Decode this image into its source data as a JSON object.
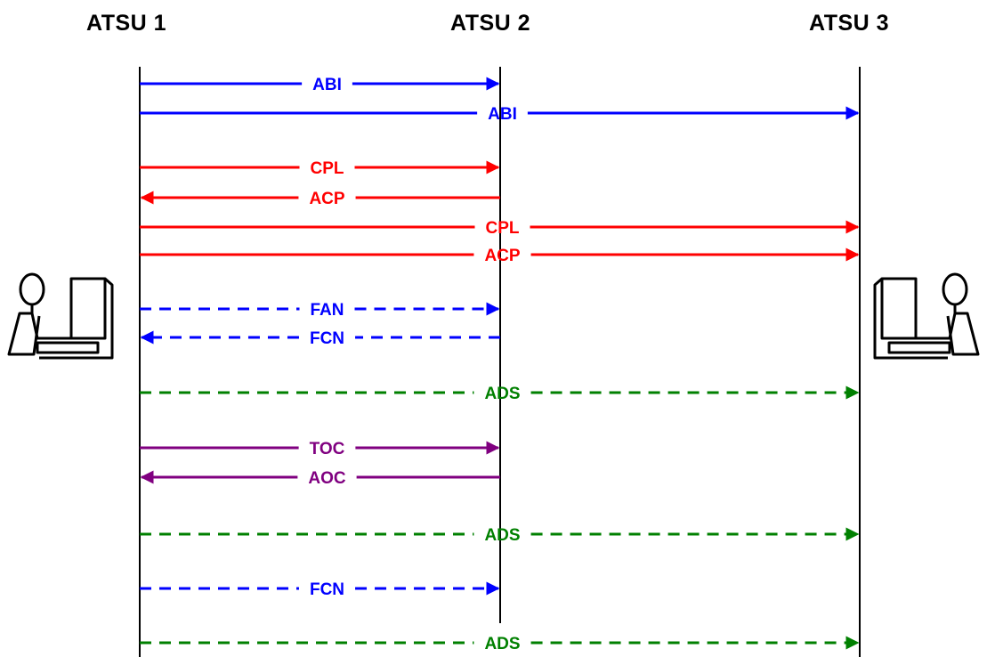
{
  "headers": {
    "atsu1": "ATSU 1",
    "atsu2": "ATSU 2",
    "atsu3": "ATSU 3"
  },
  "colors": {
    "blue": "#0000ff",
    "red": "#ff0000",
    "green": "#008000",
    "purple": "#800080",
    "lifeline": "#000000"
  },
  "icons": [
    "controller-left-icon",
    "controller-right-icon"
  ],
  "messages": [
    {
      "label": "ABI",
      "from": "atsu1",
      "to": "atsu2",
      "color": "blue",
      "style": "solid"
    },
    {
      "label": "ABI",
      "from": "atsu1",
      "to": "atsu3",
      "color": "blue",
      "style": "solid"
    },
    {
      "label": "CPL",
      "from": "atsu1",
      "to": "atsu2",
      "color": "red",
      "style": "solid"
    },
    {
      "label": "ACP",
      "from": "atsu2",
      "to": "atsu1",
      "color": "red",
      "style": "solid"
    },
    {
      "label": "CPL",
      "from": "atsu1",
      "to": "atsu3",
      "color": "red",
      "style": "solid"
    },
    {
      "label": "ACP",
      "from": "atsu1",
      "to": "atsu3",
      "color": "red",
      "style": "solid"
    },
    {
      "label": "FAN",
      "from": "atsu1",
      "to": "atsu2",
      "color": "blue",
      "style": "dashed"
    },
    {
      "label": "FCN",
      "from": "atsu2",
      "to": "atsu1",
      "color": "blue",
      "style": "dashed"
    },
    {
      "label": "ADS",
      "from": "atsu1",
      "to": "atsu3",
      "color": "green",
      "style": "dashed"
    },
    {
      "label": "TOC",
      "from": "atsu1",
      "to": "atsu2",
      "color": "purple",
      "style": "solid"
    },
    {
      "label": "AOC",
      "from": "atsu2",
      "to": "atsu1",
      "color": "purple",
      "style": "solid"
    },
    {
      "label": "ADS",
      "from": "atsu1",
      "to": "atsu3",
      "color": "green",
      "style": "dashed"
    },
    {
      "label": "FCN",
      "from": "atsu1",
      "to": "atsu2",
      "color": "blue",
      "style": "dashed"
    },
    {
      "label": "ADS",
      "from": "atsu1",
      "to": "atsu3",
      "color": "green",
      "style": "dashed"
    }
  ]
}
